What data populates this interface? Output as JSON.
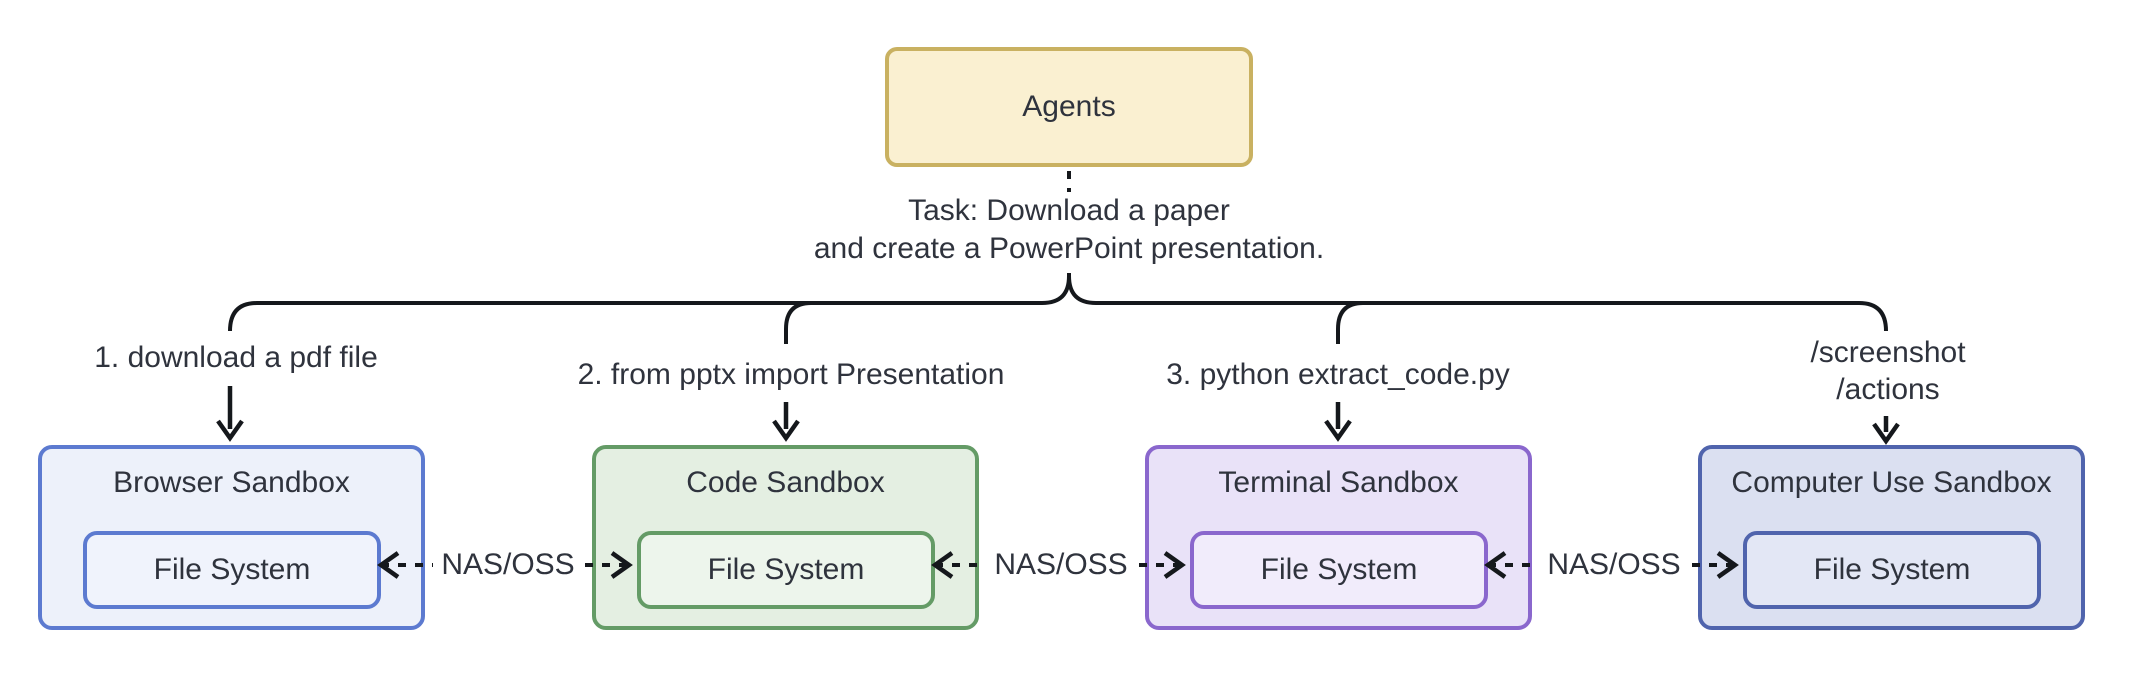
{
  "theme": {
    "background": "#ffffff",
    "text_color": "#2f333d",
    "line_color": "#15181c",
    "agents_fill": "#faf0d1",
    "agents_border": "#c9b161",
    "browser_fill": "#edf1fa",
    "browser_border": "#5c7ad0",
    "browser_inner_fill": "#f0f3fc",
    "code_fill": "#e4efe2",
    "code_border": "#649b66",
    "code_inner_fill": "#edf5ec",
    "terminal_fill": "#e9e2f8",
    "terminal_border": "#8a67cd",
    "terminal_inner_fill": "#f1ecfb",
    "computer_fill": "#dbe0f1",
    "computer_border": "#5064ad",
    "computer_inner_fill": "#e3e7f5"
  },
  "agents": {
    "label": "Agents"
  },
  "task": {
    "line1": "Task: Download a paper",
    "line2": "and create a PowerPoint presentation."
  },
  "branches": [
    {
      "label": "1. download a pdf file"
    },
    {
      "label": "2. from pptx import Presentation"
    },
    {
      "label": "3. python extract_code.py"
    },
    {
      "label_line1": "/screenshot",
      "label_line2": "/actions"
    }
  ],
  "sandboxes": [
    {
      "title": "Browser Sandbox",
      "inner": "File System"
    },
    {
      "title": "Code Sandbox",
      "inner": "File System"
    },
    {
      "title": "Terminal Sandbox",
      "inner": "File System"
    },
    {
      "title": "Computer Use Sandbox",
      "inner": "File System"
    }
  ],
  "links": [
    {
      "label": "NAS/OSS"
    },
    {
      "label": "NAS/OSS"
    },
    {
      "label": "NAS/OSS"
    }
  ]
}
